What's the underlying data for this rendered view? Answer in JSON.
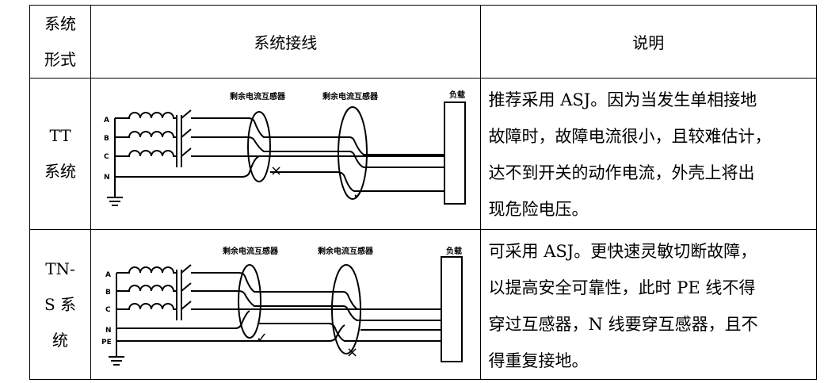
{
  "header": {
    "col1_line1": "系统",
    "col1_line2": "形式",
    "col2": "系统接线",
    "col3": "说明"
  },
  "rows": [
    {
      "type_line1": "TT",
      "type_line2": "系统",
      "diagram": {
        "phase_labels": [
          "A",
          "B",
          "C",
          "N"
        ],
        "ct1_label": "剩余电流互感器",
        "ct2_label": "剩余电流互感器",
        "load_label": "负载",
        "ct1_mark": "×",
        "ct2_mark": "✓"
      },
      "desc_lines": [
        "推荐采用 ASJ。因为当发生单相接地",
        "故障时，故障电流很小，且较难估计，",
        "达不到开关的动作电流，外壳上将出",
        "现危险电压。"
      ]
    },
    {
      "type_line1": "TN-",
      "type_line2": "S 系",
      "type_line3": "统",
      "diagram": {
        "phase_labels": [
          "A",
          "B",
          "C",
          "N",
          "PE"
        ],
        "ct1_label": "剩余电流互感器",
        "ct2_label": "剩余电流互感器",
        "load_label": "负载",
        "ct1_mark": "✓",
        "ct2_mark": "×"
      },
      "desc_lines": [
        "可采用 ASJ。更快速灵敏切断故障，",
        "以提高安全可靠性，此时 PE 线不得",
        "穿过互感器，N 线要穿互感器，且不",
        "得重复接地。"
      ]
    }
  ]
}
